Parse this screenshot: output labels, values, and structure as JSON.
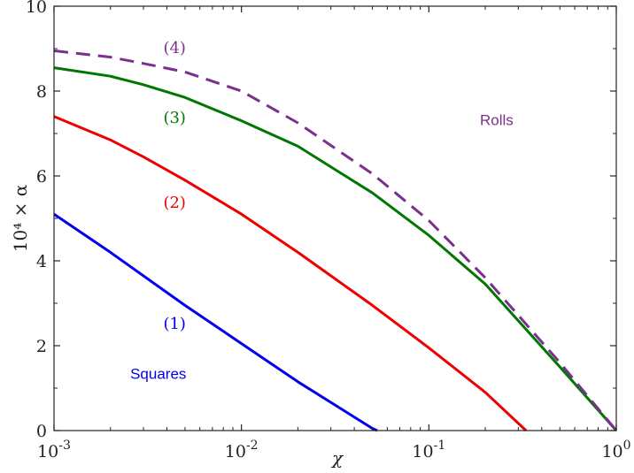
{
  "chart_data": {
    "type": "line",
    "x_scale": "log",
    "y_scale": "linear",
    "xlim": [
      0.001,
      1
    ],
    "ylim": [
      0,
      10
    ],
    "grid": false,
    "xlabel": "χ",
    "ylabel": "10⁴ × α",
    "x_ticks": [
      {
        "value": 0.001,
        "base": "10",
        "exp": "-3"
      },
      {
        "value": 0.01,
        "base": "10",
        "exp": "-2"
      },
      {
        "value": 0.1,
        "base": "10",
        "exp": "-1"
      },
      {
        "value": 1,
        "base": "10",
        "exp": "0"
      }
    ],
    "y_ticks": [
      {
        "value": 0,
        "label": "0"
      },
      {
        "value": 2,
        "label": "2"
      },
      {
        "value": 4,
        "label": "4"
      },
      {
        "value": 6,
        "label": "6"
      },
      {
        "value": 8,
        "label": "8"
      },
      {
        "value": 10,
        "label": "10"
      }
    ],
    "series": [
      {
        "label": "(1)",
        "color": "#0000ee",
        "dash": "solid",
        "x": [
          0.001,
          0.002,
          0.005,
          0.01,
          0.02,
          0.05,
          0.053
        ],
        "y": [
          5.1,
          4.2,
          2.95,
          2.05,
          1.15,
          0.05,
          0.0
        ]
      },
      {
        "label": "(2)",
        "color": "#ee0000",
        "dash": "solid",
        "x": [
          0.001,
          0.002,
          0.003,
          0.005,
          0.01,
          0.02,
          0.05,
          0.1,
          0.2,
          0.33
        ],
        "y": [
          7.4,
          6.85,
          6.45,
          5.9,
          5.1,
          4.2,
          2.95,
          1.95,
          0.9,
          0.0
        ]
      },
      {
        "label": "(3)",
        "color": "#007700",
        "dash": "solid",
        "x": [
          0.001,
          0.002,
          0.003,
          0.005,
          0.01,
          0.02,
          0.05,
          0.1,
          0.2,
          0.5,
          1
        ],
        "y": [
          8.55,
          8.35,
          8.15,
          7.85,
          7.3,
          6.7,
          5.6,
          4.6,
          3.45,
          1.5,
          0.0
        ]
      },
      {
        "label": "(4)",
        "color": "#7b2f8e",
        "dash": "dashed",
        "x": [
          0.001,
          0.002,
          0.003,
          0.005,
          0.01,
          0.02,
          0.05,
          0.1,
          0.2,
          0.5,
          1
        ],
        "y": [
          8.95,
          8.8,
          8.65,
          8.45,
          8.0,
          7.25,
          6.05,
          4.95,
          3.6,
          1.6,
          0.0
        ]
      }
    ],
    "annotations": [
      {
        "text": "(1)",
        "x": 0.0044,
        "y": 2.4,
        "color": "#0000ee",
        "style": "serif"
      },
      {
        "text": "(2)",
        "x": 0.0044,
        "y": 5.25,
        "color": "#ee0000",
        "style": "serif"
      },
      {
        "text": "(3)",
        "x": 0.0044,
        "y": 7.25,
        "color": "#007700",
        "style": "serif"
      },
      {
        "text": "(4)",
        "x": 0.0044,
        "y": 8.9,
        "color": "#7b2f8e",
        "style": "serif"
      },
      {
        "text": "Squares",
        "x": 0.0036,
        "y": 1.22,
        "color": "#0000ee",
        "style": "sans"
      },
      {
        "text": "Rolls",
        "x": 0.23,
        "y": 7.2,
        "color": "#7b2f8e",
        "style": "sans"
      }
    ]
  }
}
